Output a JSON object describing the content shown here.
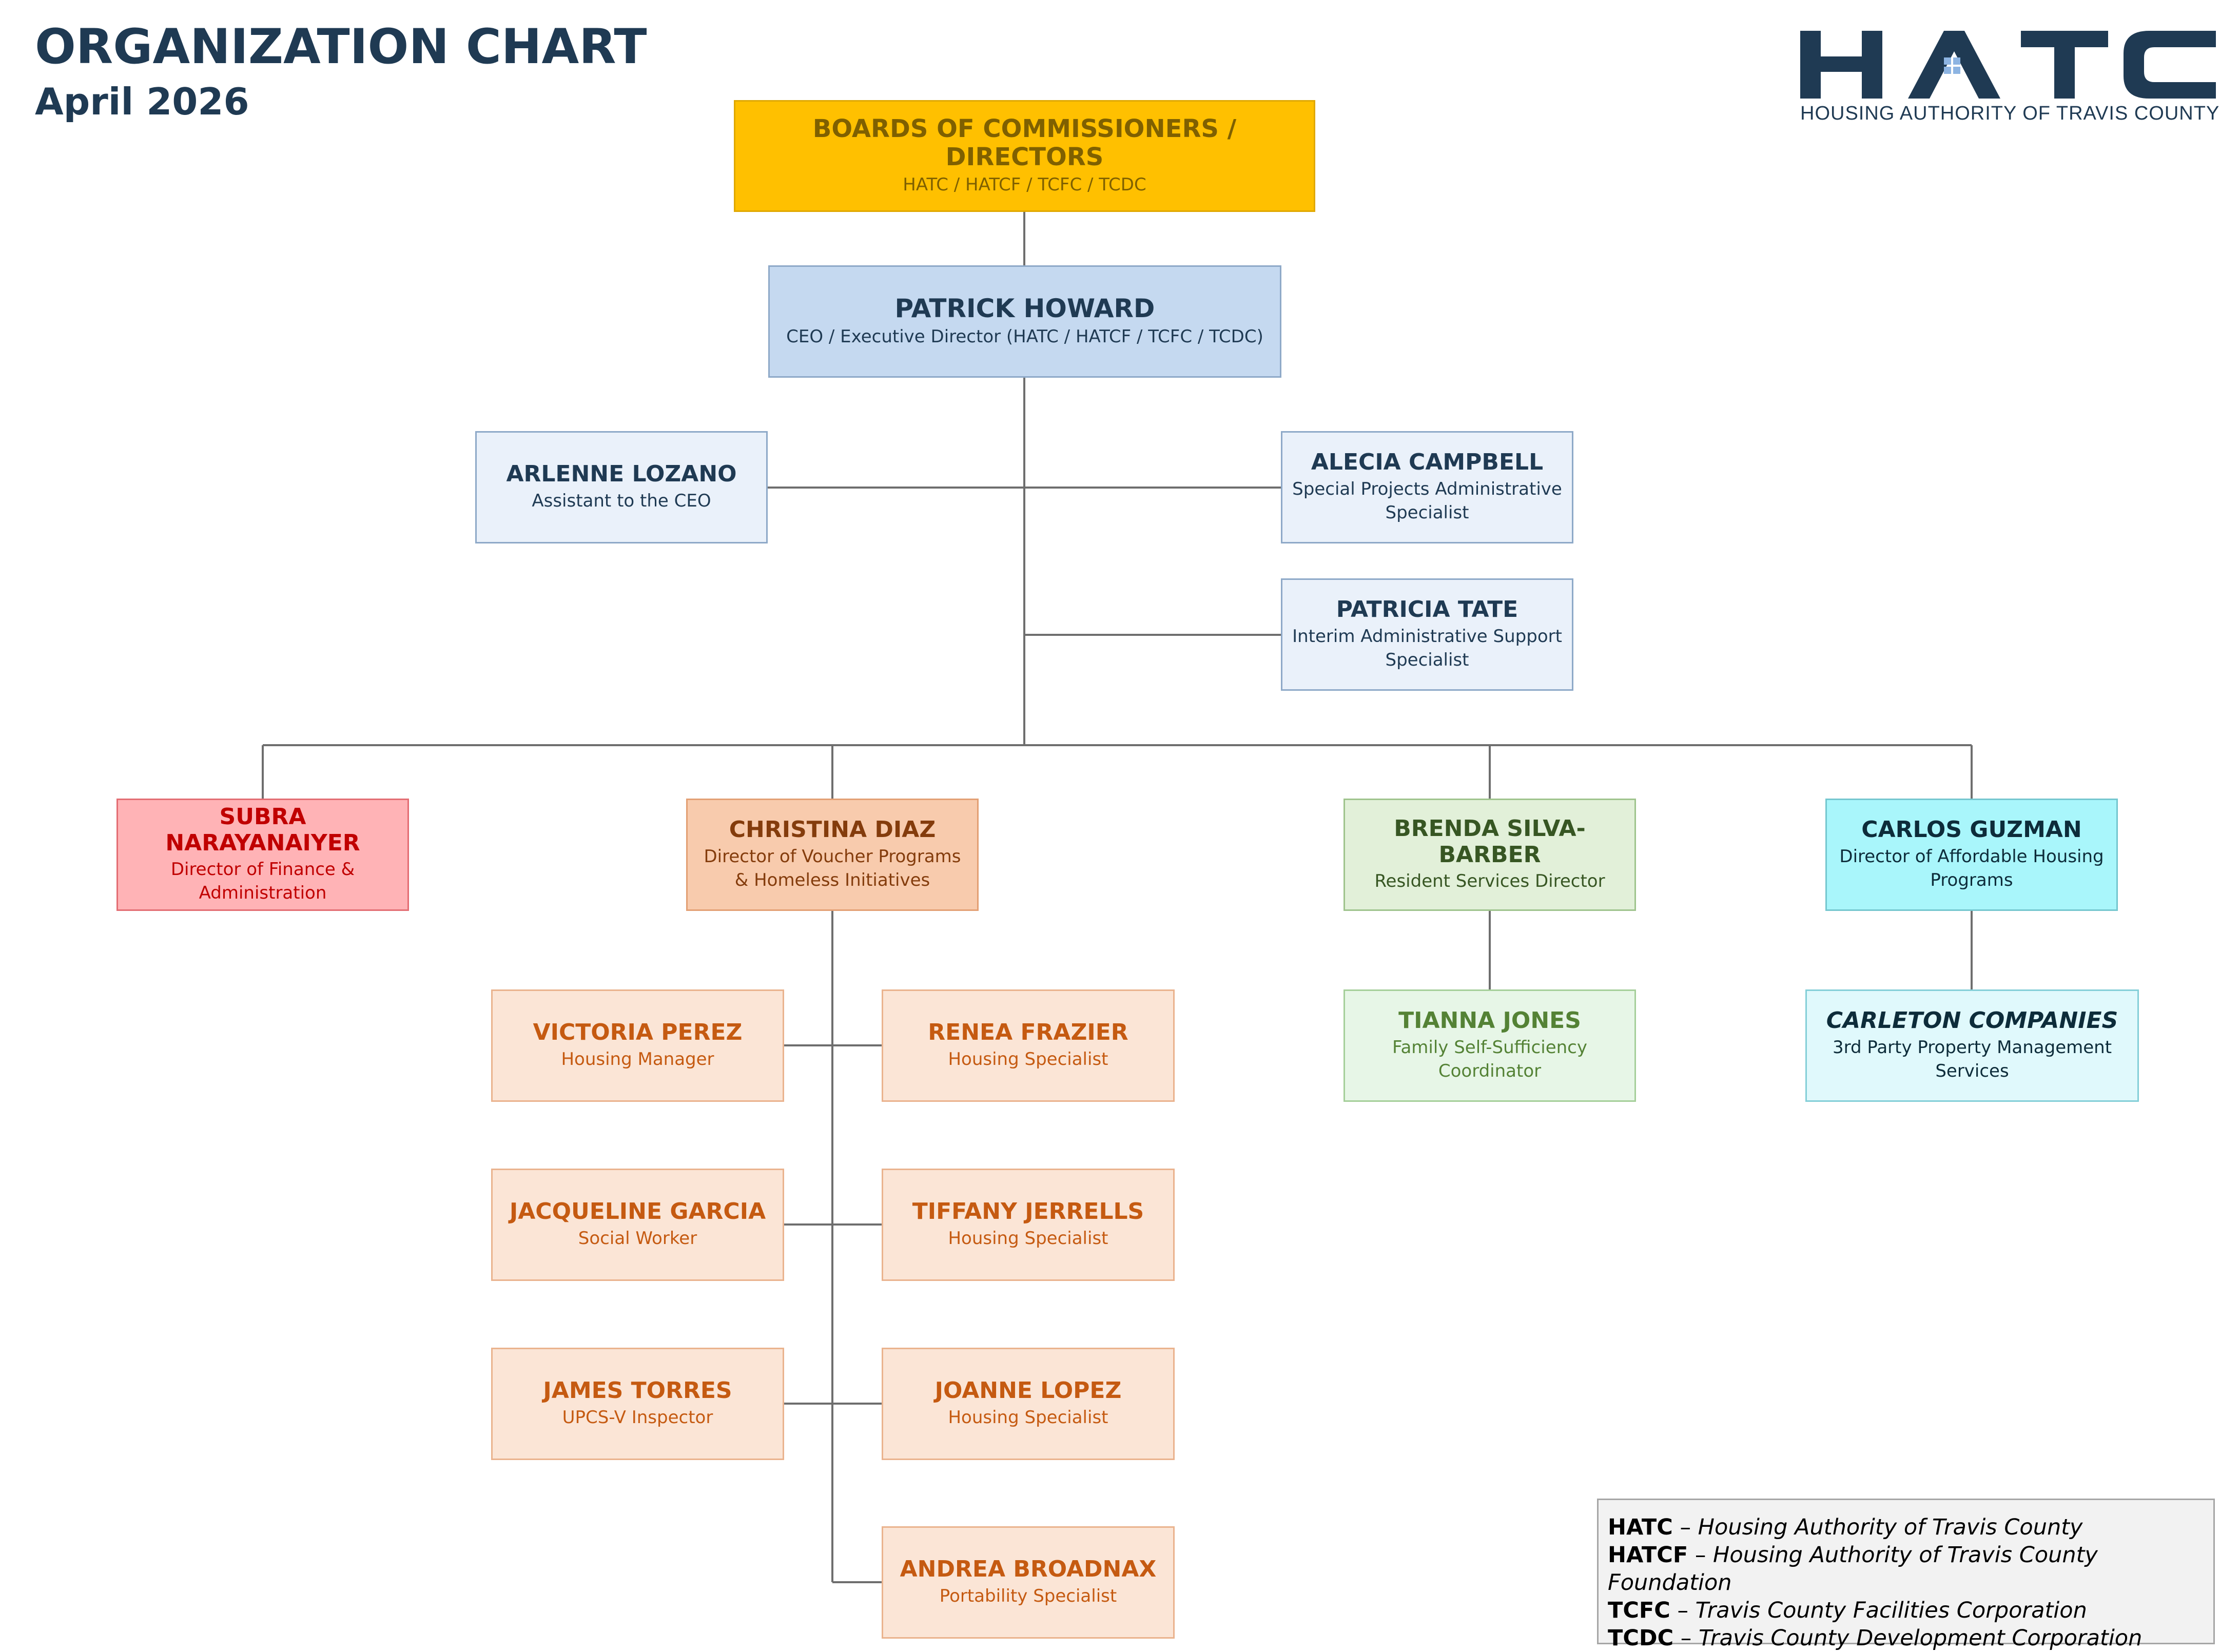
{
  "header": {
    "title": "ORGANIZATION CHART",
    "date": "April 2026"
  },
  "logo": {
    "wordmark": "HATC",
    "tagline": "HOUSING AUTHORITY OF TRAVIS COUNTY",
    "color": "#1f3a53",
    "accent_color": "#8db4e2"
  },
  "board": {
    "name": "BOARDS OF COMMISSIONERS / DIRECTORS",
    "role": "HATC / HATCF / TCFC / TCDC"
  },
  "ceo": {
    "name": "PATRICK HOWARD",
    "role": "CEO / Executive Director (HATC / HATCF / TCFC / TCDC)"
  },
  "staff": {
    "lozano": {
      "name": "ARLENNE LOZANO",
      "role": "Assistant to the CEO"
    },
    "campbell": {
      "name": "ALECIA CAMPBELL",
      "role": "Special Projects Administrative Specialist"
    },
    "tate": {
      "name": "PATRICIA TATE",
      "role": "Interim Administrative Support Specialist"
    }
  },
  "directors": {
    "finance": {
      "name": "SUBRA NARAYANAIYER",
      "role": "Director of Finance & Administration"
    },
    "voucher": {
      "name": "CHRISTINA DIAZ",
      "role": "Director of Voucher Programs & Homeless Initiatives"
    },
    "resident": {
      "name": "BRENDA SILVA-BARBER",
      "role": "Resident Services Director"
    },
    "afford": {
      "name": "CARLOS GUZMAN",
      "role": "Director of Affordable Housing Programs"
    }
  },
  "voucher_staff": {
    "perez": {
      "name": "VICTORIA PEREZ",
      "role": "Housing Manager"
    },
    "frazier": {
      "name": "RENEA FRAZIER",
      "role": "Housing Specialist"
    },
    "garcia": {
      "name": "JACQUELINE GARCIA",
      "role": "Social Worker"
    },
    "jerrells": {
      "name": "TIFFANY JERRELLS",
      "role": "Housing Specialist"
    },
    "torres": {
      "name": "JAMES TORRES",
      "role": "UPCS-V Inspector"
    },
    "lopez": {
      "name": "JOANNE LOPEZ",
      "role": "Housing Specialist"
    },
    "broadnax": {
      "name": "ANDREA BROADNAX",
      "role": "Portability Specialist"
    }
  },
  "resident_staff": {
    "jones": {
      "name": "TIANNA JONES",
      "role": "Family Self-Sufficiency Coordinator"
    }
  },
  "afford_staff": {
    "carleton": {
      "name": "CARLETON COMPANIES",
      "role": "3rd Party Property Management Services"
    }
  },
  "legend": [
    {
      "abbr": "HATC",
      "def": "Housing Authority of Travis County"
    },
    {
      "abbr": "HATCF",
      "def": "Housing Authority of Travis County Foundation"
    },
    {
      "abbr": "TCFC",
      "def": "Travis County Facilities Corporation"
    },
    {
      "abbr": "TCDC",
      "def": "Travis County Development Corporation"
    }
  ],
  "colors": {
    "board": "#ffc000",
    "ceo": "#c5d9f0",
    "staff": "#eaf1fa",
    "finance": "#ffb3b6",
    "voucher": "#f8cbad",
    "resident": "#e2f0d9",
    "afford": "#a9f6fb",
    "connector": "#595959"
  }
}
